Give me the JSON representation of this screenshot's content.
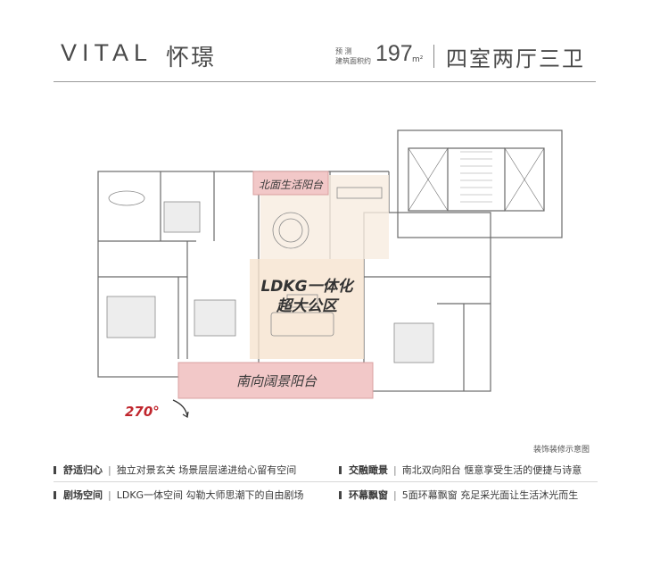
{
  "header": {
    "brand": "VITAL",
    "brand_cn": "怀璟",
    "meta_line1": "预 测",
    "meta_line2": "建筑面积约",
    "area_value": "197",
    "area_unit": "m²",
    "layout_type": "四室两厅三卫"
  },
  "plan": {
    "label_north_balcony": "北面生活阳台",
    "label_ldkg_1": "LDKG一体化",
    "label_ldkg_2": "超大公区",
    "label_south_balcony": "南向阔景阳台",
    "label_rotation": "270°"
  },
  "caption": "装饰装修示意图",
  "features": [
    {
      "title": "舒适归心",
      "text": "独立对景玄关  场景层层递进给心留有空间"
    },
    {
      "title": "交融瞰景",
      "text": "南北双向阳台  惬意享受生活的便捷与诗意"
    },
    {
      "title": "剧场空间",
      "text": "LDKG一体空间  勾勒大师思潮下的自由剧场"
    },
    {
      "title": "环幕飘窗",
      "text": "5面环幕飘窗 充足采光面让生活沐光而生"
    }
  ],
  "colors": {
    "highlight_red": "#c0262d",
    "balcony_fill": "#f2c8c8",
    "public_zone": "#f6e3d0",
    "wall": "#555555"
  }
}
